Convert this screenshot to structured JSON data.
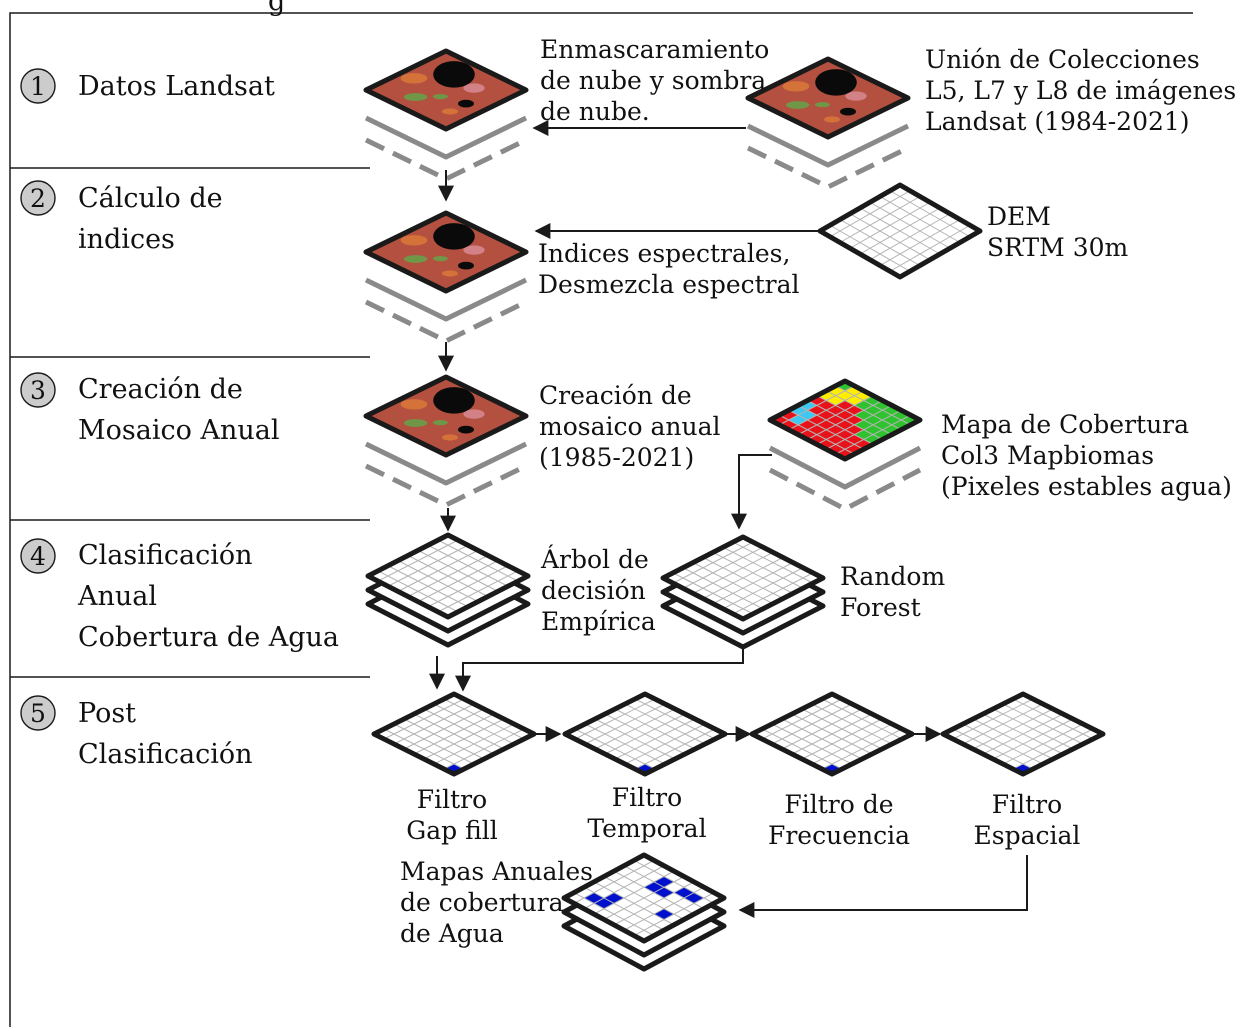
{
  "header_fragment": "g",
  "steps": [
    {
      "number": "1",
      "label": [
        "Datos Landsat"
      ]
    },
    {
      "number": "2",
      "label": [
        "Cálculo de",
        "indices"
      ]
    },
    {
      "number": "3",
      "label": [
        "Creación de",
        "Mosaico Anual"
      ]
    },
    {
      "number": "4",
      "label": [
        "Clasificación",
        "Anual",
        "Cobertura de Agua"
      ]
    },
    {
      "number": "5",
      "label": [
        "Post",
        "Clasificación"
      ]
    }
  ],
  "annotations": {
    "cloud_mask": [
      "Enmascaramiento",
      "de nube y sombra",
      "de nube."
    ],
    "collections": [
      "Unión de Colecciones",
      "L5, L7 y L8 de imágenes",
      "Landsat (1984-2021)"
    ],
    "dem": [
      "DEM",
      "SRTM 30m"
    ],
    "indices": [
      "Indices espectrales,",
      "Desmezcla espectral"
    ],
    "mosaic": [
      "Creación de",
      "mosaico anual",
      "(1985-2021)"
    ],
    "coverage_map": [
      "Mapa de Cobertura",
      "Col3 Mapbiomas",
      "(Pixeles estables agua)"
    ],
    "decision_tree": [
      "Árbol de",
      "decisión",
      "Empírica"
    ],
    "random_forest": [
      "Random",
      "Forest"
    ],
    "filter_gap": [
      "Filtro",
      "Gap fill"
    ],
    "filter_temporal": [
      "Filtro",
      "Temporal"
    ],
    "filter_frequency": [
      "Filtro de",
      "Frecuencia"
    ],
    "filter_spatial": [
      "Filtro",
      "Espacial"
    ],
    "annual_maps": [
      "Mapas Anuales",
      "de cobertura",
      "de Agua"
    ]
  },
  "colors": {
    "line": "#1a1a1a",
    "grid_line": "#b4b4b4",
    "grid_fill": "#ffffff",
    "layer_gray": "#8a8a8a",
    "step_circle": "#cccccc",
    "water": "#0010cc",
    "cover_red": "#e8131a",
    "cover_yellow": "#ffee00",
    "cover_green": "#2ec22e",
    "cover_cyan": "#3cc8f0",
    "satellite_red": "#b3503f",
    "satellite_orange": "#dd7a3a",
    "satellite_pink": "#d98f9a",
    "satellite_green": "#5fa84a",
    "satellite_dark": "#0a0a0a"
  }
}
